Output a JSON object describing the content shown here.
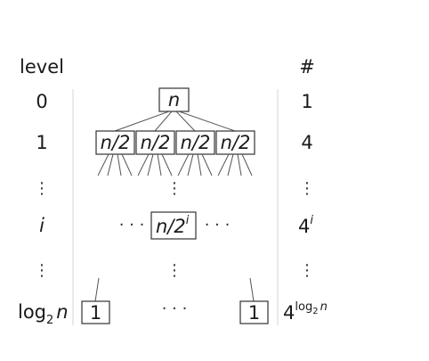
{
  "header": {
    "level": "level",
    "count": "#"
  },
  "rows": [
    {
      "level": "0",
      "node": "n",
      "count": "1"
    },
    {
      "level": "1",
      "node": "n/2",
      "count": "4"
    },
    {
      "level": "⋮",
      "count": "⋮"
    },
    {
      "level": "i",
      "node_base": "n/2",
      "node_exp": "i",
      "count_base": "4",
      "count_exp": "i"
    },
    {
      "level": "⋮",
      "count": "⋮"
    },
    {
      "level_base": "log",
      "level_sub": "2",
      "level_var": "n",
      "leaf": "1",
      "count_base": "4",
      "count_exp_fn": "log",
      "count_exp_sub": "2",
      "count_exp_var": "n"
    }
  ],
  "ellipsis_h": "· · ·",
  "ellipsis_v": "⋮"
}
